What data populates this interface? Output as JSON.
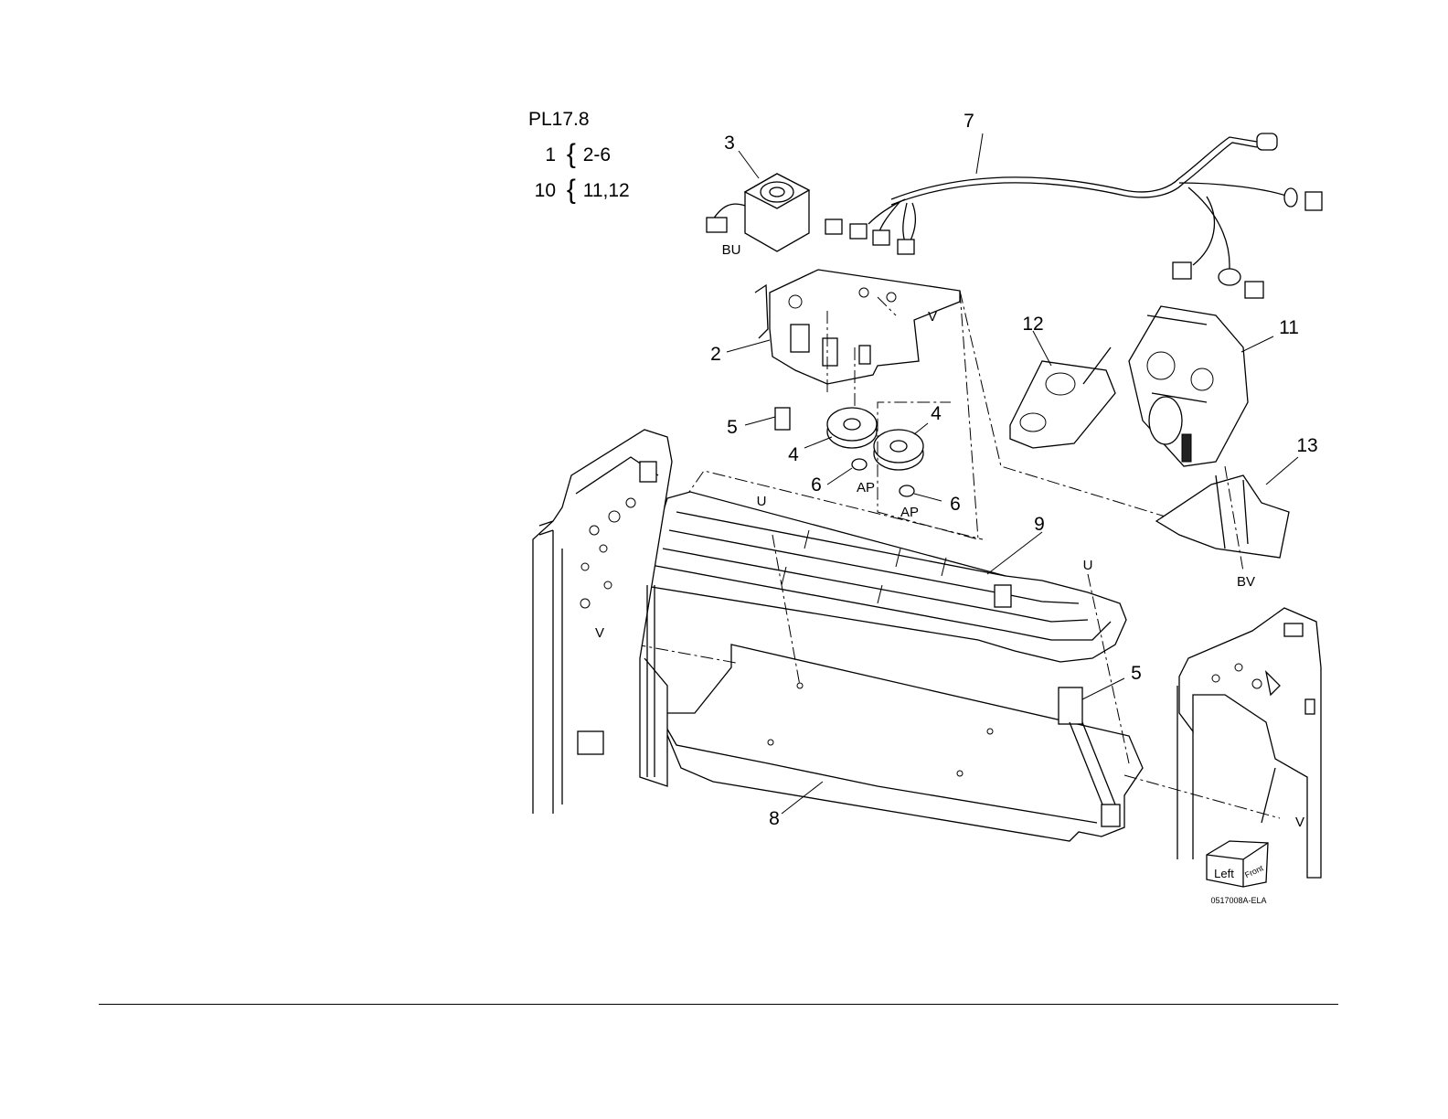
{
  "legend": {
    "plate": "PL17.8",
    "groups": [
      {
        "parent": "1",
        "children": "2-6"
      },
      {
        "parent": "10",
        "children": "11,12"
      }
    ]
  },
  "callouts": {
    "p2": "2",
    "p3": "3",
    "p4a": "4",
    "p4b": "4",
    "p5a": "5",
    "p5b": "5",
    "p6a": "6",
    "p6b": "6",
    "p7": "7",
    "p8": "8",
    "p9": "9",
    "p11": "11",
    "p12": "12",
    "p13": "13"
  },
  "refs": {
    "bu": "BU",
    "v1": "V",
    "v2": "V",
    "v3": "V",
    "ap1": "AP",
    "ap2": "AP",
    "u1": "U",
    "u2": "U",
    "bv": "BV"
  },
  "orientation_box": {
    "left": "Left",
    "front": "Front"
  },
  "figure_code": "0517008A-ELA"
}
